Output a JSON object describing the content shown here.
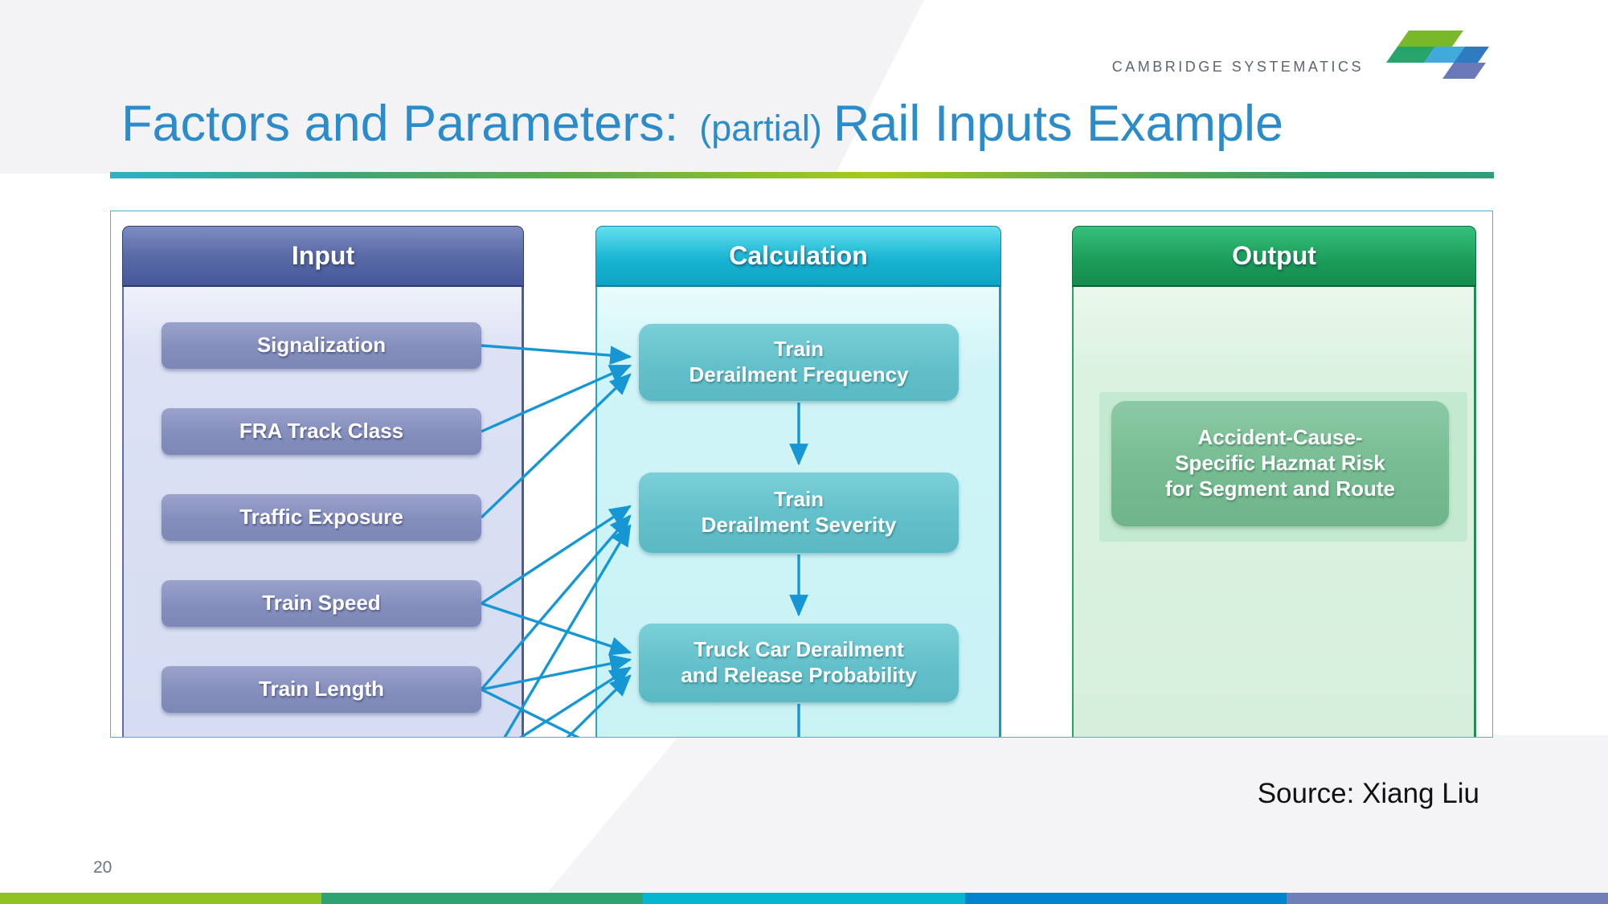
{
  "logo": {
    "company": "CAMBRIDGE SYSTEMATICS"
  },
  "title": {
    "prefix": "Factors and Parameters:",
    "paren": "(partial)",
    "suffix": "Rail Inputs Example"
  },
  "diagram": {
    "input": {
      "header": "Input",
      "items": [
        "Signalization",
        "FRA Track Class",
        "Traffic Exposure",
        "Train Speed",
        "Train Length"
      ]
    },
    "calculation": {
      "header": "Calculation",
      "boxes": [
        {
          "lines": [
            "Train",
            "Derailment Frequency"
          ]
        },
        {
          "lines": [
            "Train",
            "Derailment Severity"
          ]
        },
        {
          "lines": [
            "Truck Car Derailment",
            "and Release Probability"
          ]
        }
      ]
    },
    "output": {
      "header": "Output",
      "box": {
        "lines": [
          "Accident-Cause-",
          "Specific Hazmat Risk",
          "for Segment and Route"
        ]
      }
    }
  },
  "source_note": "Source: Xiang Liu",
  "page_number": "20",
  "colors": {
    "title": "#2b8cc9",
    "arrow": "#1697d4",
    "footer_segments": [
      "#8fc31f",
      "#2ea371",
      "#06b6ce",
      "#0084ce",
      "#6f7fb8"
    ]
  }
}
